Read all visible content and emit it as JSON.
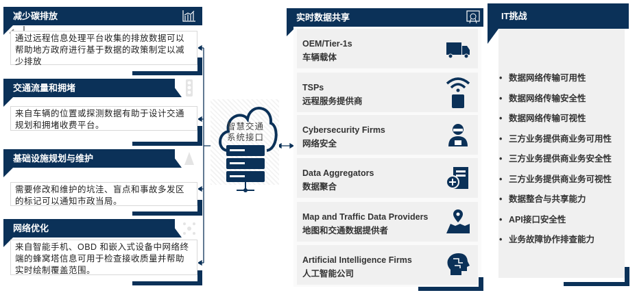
{
  "left_cards": [
    {
      "title": "减少碳排放",
      "text": "通过远程信息处理平台收集的排放数据可以帮助地方政府进行基于数据的政策制定以减少排放",
      "icon": "bar-chart-icon"
    },
    {
      "title": "交通流量和拥堵",
      "text": "来自车辆的位置或探测数据有助于设计交通规划和拥堵收费平台。",
      "icon": "traffic-light-icon"
    },
    {
      "title": "基础设施规划与维护",
      "text": "需要修改和维护的坑洼、盲点和事故多发区的标记可以通知市政当局。",
      "icon": "road-cone-icon"
    },
    {
      "title": "网络优化",
      "text": "来自智能手机、OBD 和嵌入式设备中网络终端的蜂窝塔信息可用于检查接收质量并帮助实时绘制覆盖范围。",
      "icon": "network-icon"
    }
  ],
  "center": {
    "label": "智慧交通系统接口",
    "icon": "cloud-server-icon"
  },
  "sharing": {
    "title": "实时数据共享",
    "icon": "certificate-icon",
    "items": [
      {
        "en": "OEM/Tier-1s",
        "zh": "车辆载体",
        "icon": "truck-icon"
      },
      {
        "en": "TSPs",
        "zh": "远程服务提供商",
        "icon": "wireless-device-icon"
      },
      {
        "en": "Cybersecurity Firms",
        "zh": "网络安全",
        "icon": "hacker-icon"
      },
      {
        "en": "Data Aggregators",
        "zh": "数据聚合",
        "icon": "server-add-icon"
      },
      {
        "en": "Map and Traffic Data Providers",
        "zh": "地图和交通数据提供者",
        "icon": "map-pin-icon"
      },
      {
        "en": "Artificial Intelligence Firms",
        "zh": "人工智能公司",
        "icon": "ai-head-icon"
      }
    ]
  },
  "it": {
    "title": "IT挑战",
    "bullet": "•",
    "items": [
      "数据网络传输可用性",
      "数据网络传输安全性",
      "数据网络传输可视性",
      "三方业务提供商业务可用性",
      "三方业务提供商业务安全性",
      "三方业务提供商业务可视性",
      "数据整合与共享能力",
      "API接口安全性",
      "业务故障协作排查能力"
    ]
  },
  "colors": {
    "navy": "#0b3158",
    "panel": "#f0f0f0"
  }
}
